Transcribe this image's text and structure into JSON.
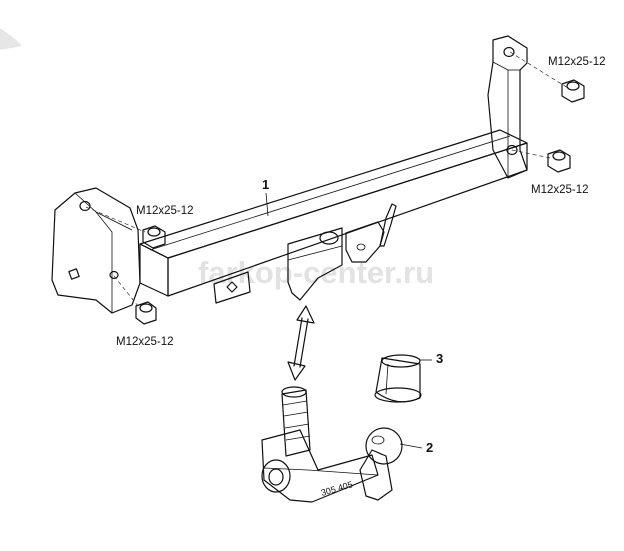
{
  "watermark": "farkop-center.ru",
  "callouts": {
    "bar": "1",
    "ball": "2",
    "cap": "3"
  },
  "bolts": {
    "top_right_upper": "M12x25-12",
    "top_right_lower": "M12x25-12",
    "left_upper": "M12x25-12",
    "left_lower": "M12x25-12"
  },
  "ball_stamp": "305 405"
}
